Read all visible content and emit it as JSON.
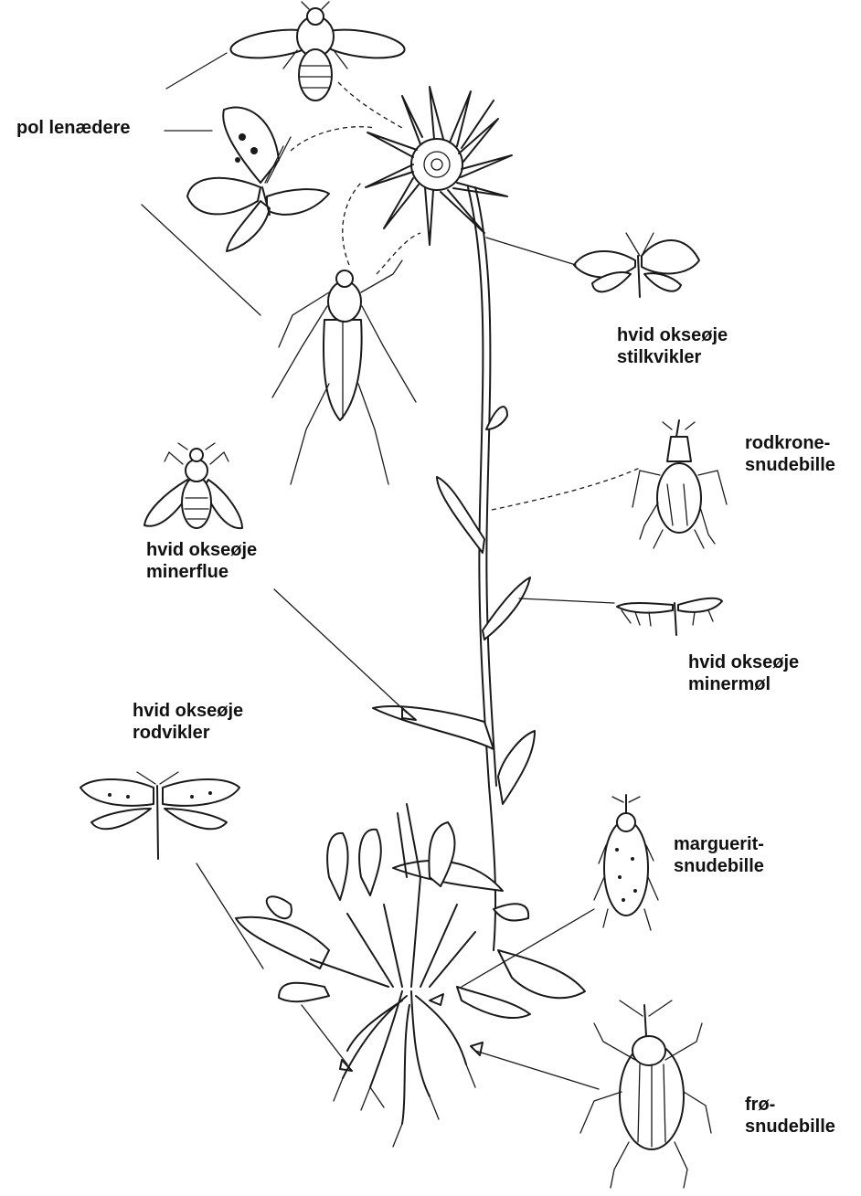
{
  "labels": {
    "pollinators": "pol lenædere",
    "stem_tortrix": [
      "hvid okseøje",
      "stilkvikler"
    ],
    "crown_weevil": [
      "rodkrone-",
      "snudebille"
    ],
    "leaf_miner_fly": [
      "hvid okseøje",
      "minerflue"
    ],
    "leaf_miner_moth": [
      "hvid okseøje",
      "minermøl"
    ],
    "root_tortrix": [
      "hvid okseøje",
      "rodvikler"
    ],
    "marguerite_weevil": [
      "marguerit-",
      "snudebille"
    ],
    "seed_weevil": [
      "frø-",
      "snudebille"
    ]
  }
}
